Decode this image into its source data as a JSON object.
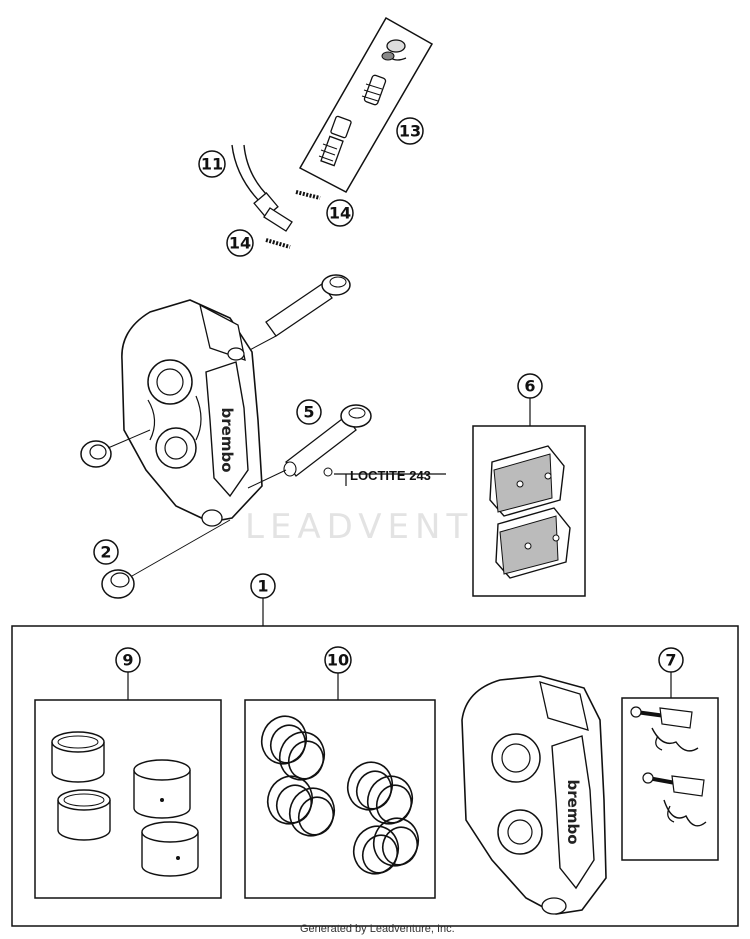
{
  "watermark": "LEADVENTURE",
  "footer": "Generated by Leadventure, Inc.",
  "annotation": "LOCTITE 243",
  "caliper_brand": "brembo",
  "callouts": {
    "c1": "1",
    "c2": "2",
    "c5": "5",
    "c6": "6",
    "c7": "7",
    "c9": "9",
    "c10": "10",
    "c11": "11",
    "c13": "13",
    "c14a": "14",
    "c14b": "14"
  }
}
